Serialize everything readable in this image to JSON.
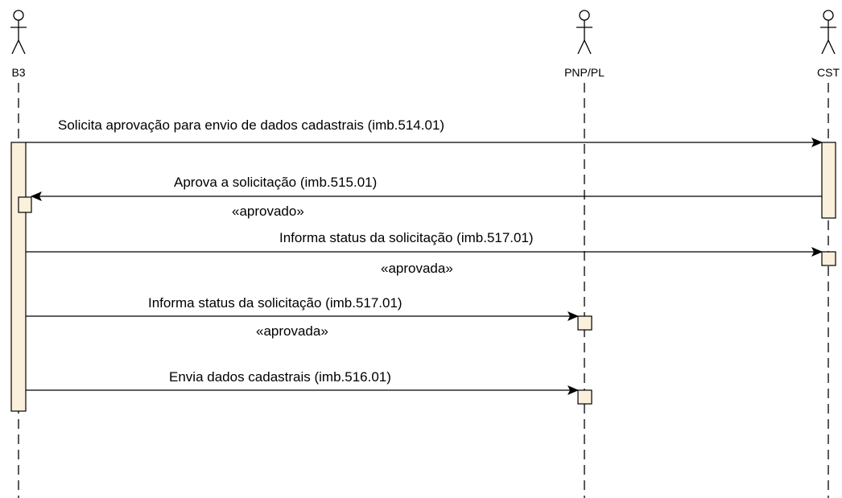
{
  "colors": {
    "line": "#000000",
    "activation_fill": "#fbf0dc",
    "background": "#ffffff"
  },
  "actors": [
    {
      "id": "b3",
      "label": "B3"
    },
    {
      "id": "pnp",
      "label": "PNP/PL"
    },
    {
      "id": "cst",
      "label": "CST"
    }
  ],
  "messages": [
    {
      "from": "b3",
      "to": "cst",
      "label": "Solicita aprovação para envio de dados cadastrais (imb.514.01)",
      "stereotype": ""
    },
    {
      "from": "cst",
      "to": "b3",
      "label": "Aprova a solicitação (imb.515.01)",
      "stereotype": "«aprovado»"
    },
    {
      "from": "b3",
      "to": "cst",
      "label": "Informa status da solicitação (imb.517.01)",
      "stereotype": "«aprovada»"
    },
    {
      "from": "b3",
      "to": "pnp",
      "label": "Informa status da solicitação (imb.517.01)",
      "stereotype": "«aprovada»"
    },
    {
      "from": "b3",
      "to": "pnp",
      "label": "Envia dados cadastrais (imb.516.01)",
      "stereotype": ""
    }
  ]
}
